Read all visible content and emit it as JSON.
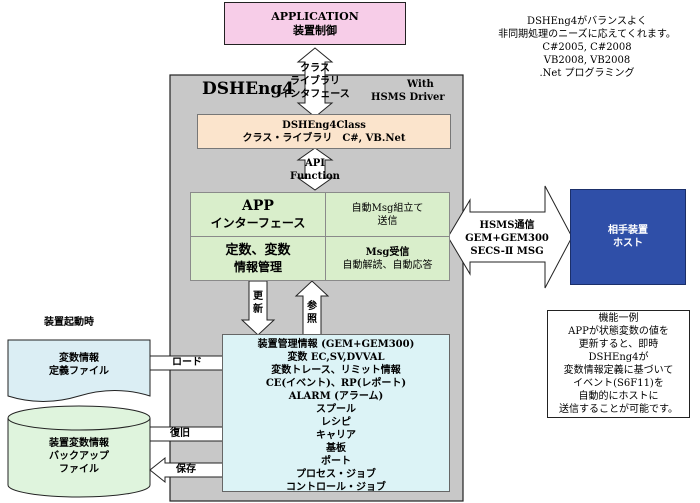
{
  "application": {
    "title": "APPLICATION",
    "subtitle": "装置制御"
  },
  "class_interface": {
    "lines": [
      "クラス",
      "ライブラリ",
      "インタフェース"
    ]
  },
  "engine": {
    "title": "DSHEng4",
    "with_label": "With",
    "driver_label": "HSMS Driver"
  },
  "class_box": {
    "title": "DSHEng4Class",
    "subtitle": "クラス・ライブラリ　C#, VB.Net"
  },
  "api": {
    "lines": [
      "API",
      "Function"
    ]
  },
  "app_interface": {
    "title": "APP",
    "subtitle": "インターフェース"
  },
  "msg_assemble": {
    "lines": [
      "自動Msg組立て",
      "送信"
    ]
  },
  "variables": {
    "title": "定数、変数",
    "subtitle": "情報管理"
  },
  "msg_receive": {
    "lines": [
      "Msg受信",
      "自動解読、自動応答"
    ]
  },
  "update": {
    "lines": [
      "更",
      "新"
    ]
  },
  "reference": {
    "lines": [
      "参",
      "照"
    ]
  },
  "hsms": {
    "lines": [
      "HSMS通信",
      "GEM+GEM300",
      "SECS-Ⅱ MSG"
    ]
  },
  "host": {
    "lines": [
      "相手装置",
      "ホスト"
    ]
  },
  "info_text": {
    "lines": [
      "DSHEng4がバランスよく",
      "非同期処理のニーズに応えてくれます。",
      "C#2005, C#2008",
      "VB2008, VB2008",
      ".Net プログラミング"
    ]
  },
  "function_example": {
    "lines": [
      "機能一例",
      "APPが状態変数の値を",
      "更新すると、即時",
      "DSHEng4が",
      "変数情報定義に基づいて",
      "イベント(S6F11)を",
      "自動的にホストに",
      "送信することが可能です。"
    ]
  },
  "startup": {
    "label": "装置起動時"
  },
  "var_def_file": {
    "lines": [
      "変数情報",
      "定義ファイル"
    ]
  },
  "load": {
    "label": "ロード"
  },
  "backup_file": {
    "lines": [
      "装置変数情報",
      "バックアップ",
      "ファイル"
    ]
  },
  "restore": {
    "label": "復旧"
  },
  "save": {
    "label": "保存"
  },
  "mgmt": {
    "lines": [
      "装置管理情報 (GEM+GEM300)",
      "変数 EC,SV,DVVAL",
      "変数トレース、リミット情報",
      "CE(イベント)、RP(レポート)",
      "ALARM (アラーム)",
      "スプール",
      "レシピ",
      "キャリア",
      "基板",
      "ポート",
      "プロセス・ジョブ",
      "コントロール・ジョブ"
    ]
  },
  "colors": {
    "application_bg": "#f7cde8",
    "engine_bg": "#c8c8c8",
    "class_bg": "#fbe4cc",
    "green_bg": "#d9eecb",
    "mgmt_bg": "#dcf3f6",
    "host_bg": "#2f4fa8",
    "file_bg": "#dbeef4",
    "cyl_bg": "#dff4dd"
  }
}
